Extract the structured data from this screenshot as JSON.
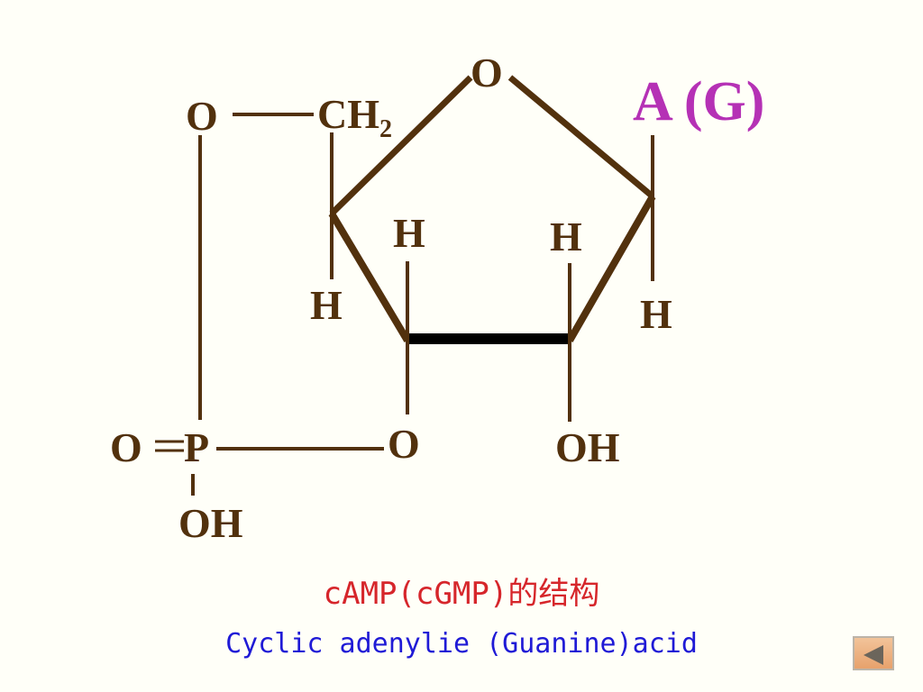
{
  "structure": {
    "atoms": {
      "ring_oxygen": "O",
      "ch2_main": "CH",
      "ch2_sub": "2",
      "o_top_left": "O",
      "base": "A (G)",
      "h_c4": "H",
      "h_c3": "H",
      "h_c2": "H",
      "h_c1": "H",
      "o_c3": "O",
      "oh_c2": "OH",
      "phosphate_o": "O",
      "phosphate_p": "P",
      "phosphate_oh": "OH"
    },
    "colors": {
      "bond": "#52310d",
      "atom_text": "#52310d",
      "base_text": "#b531b5"
    }
  },
  "captions": {
    "title": "cAMP(cGMP)的结构",
    "subtitle": "Cyclic adenylie (Guanine)acid",
    "title_color": "#d6262b",
    "subtitle_color": "#1f1ad6"
  },
  "navigation": {
    "back_icon": "left-triangle-icon"
  }
}
